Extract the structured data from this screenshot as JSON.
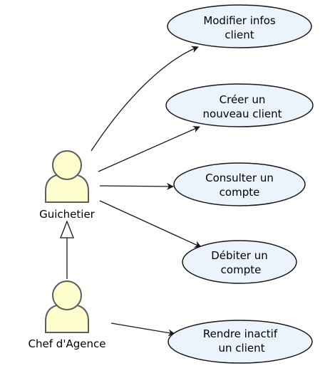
{
  "actors": [
    {
      "id": "guichetier",
      "name": "Guichetier"
    },
    {
      "id": "chef",
      "name": "Chef d'Agence"
    }
  ],
  "use_cases": [
    {
      "id": "modifier",
      "lines": [
        "Modifier infos",
        "client"
      ]
    },
    {
      "id": "creer",
      "lines": [
        "Créer un",
        "nouveau client"
      ]
    },
    {
      "id": "consulter",
      "lines": [
        "Consulter un",
        "compte"
      ]
    },
    {
      "id": "debiter",
      "lines": [
        "Débiter un",
        "compte"
      ]
    },
    {
      "id": "rendre",
      "lines": [
        "Rendre inactif",
        "un client"
      ]
    }
  ],
  "associations": [
    {
      "from": "guichetier",
      "to": "modifier"
    },
    {
      "from": "guichetier",
      "to": "creer"
    },
    {
      "from": "guichetier",
      "to": "consulter"
    },
    {
      "from": "guichetier",
      "to": "debiter"
    },
    {
      "from": "chef",
      "to": "rendre"
    }
  ],
  "generalizations": [
    {
      "child": "chef",
      "parent": "guichetier"
    }
  ],
  "colors": {
    "actor_fill": "#fefece",
    "actor_stroke": "#a80036",
    "usecase_fill": "#ebf4fc",
    "usecase_stroke": "#181818",
    "arrow": "#181818"
  }
}
